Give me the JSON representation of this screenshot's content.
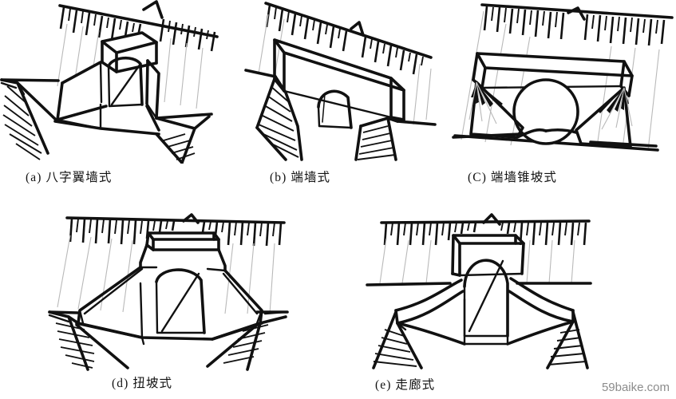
{
  "figure": {
    "kind": "engineering-line-drawing",
    "subject": "culvert-portal-types",
    "background_color": "#ffffff",
    "ink_color": "#111111",
    "panel_count": 5
  },
  "panels": [
    {
      "key": "a",
      "label": "(a) 八字翼墙式",
      "letter": "(a)",
      "name": "八字翼墙式",
      "description": "splayed-wing-wall culvert portal with arch opening"
    },
    {
      "key": "b",
      "label": "(b) 端墙式",
      "letter": "(b)",
      "name": "端墙式",
      "description": "headwall culvert portal with arch opening"
    },
    {
      "key": "c",
      "label": "(C) 端墙锥坡式",
      "letter": "(C)",
      "name": "端墙锥坡式",
      "description": "headwall with cone slopes and circular pipe culvert"
    },
    {
      "key": "d",
      "label": "(d) 扭坡式",
      "letter": "(d)",
      "name": "扭坡式",
      "description": "warped-face transition culvert portal"
    },
    {
      "key": "e",
      "label": "(e) 走廊式",
      "letter": "(e)",
      "name": "走廊式",
      "description": "corridor/flared-throat culvert portal"
    }
  ],
  "watermark": {
    "text": "59baike.com",
    "color": "#8c8c8c"
  }
}
